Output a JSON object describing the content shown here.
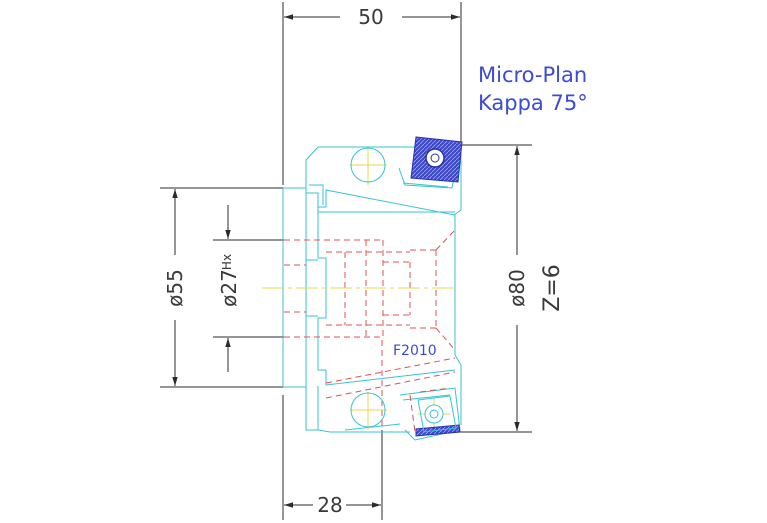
{
  "drawing": {
    "title_line1": "Micro-Plan",
    "title_line2": "Kappa 75°",
    "dim_length": "50",
    "dim_bore_depth": "28",
    "dim_shank_dia": "ø55",
    "dim_bore_dia": "ø27",
    "dim_bore_tol": "Hx",
    "dim_cutter_dia": "ø80",
    "teeth": "Z=6",
    "insert_code": "F2010"
  },
  "colors": {
    "outline": "#37c3d6",
    "hidden": "#e05050",
    "centerline": "#e6d94a",
    "dimension": "#2b2b2b",
    "insert_fill": "#3f49c8",
    "text_blue": "#3b4bd6"
  }
}
